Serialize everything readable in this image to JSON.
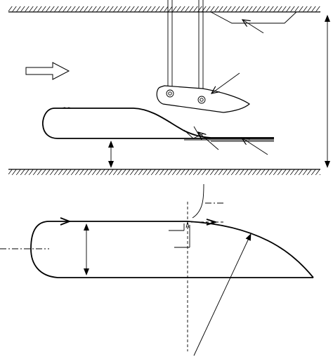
{
  "figure": {
    "upper_view": {
      "walls": [
        "upper-wall",
        "lower-wall"
      ],
      "components": [
        "flow-arrow",
        "flat-plate-model",
        "hinged-flap",
        "support-rods",
        "gap-dimension",
        "height-dimension",
        "wall-recess"
      ]
    },
    "lower_view": {
      "components": [
        "leading-edge-profile",
        "thickness-dimension",
        "trailing-surface",
        "centerline",
        "section-lines"
      ]
    }
  }
}
